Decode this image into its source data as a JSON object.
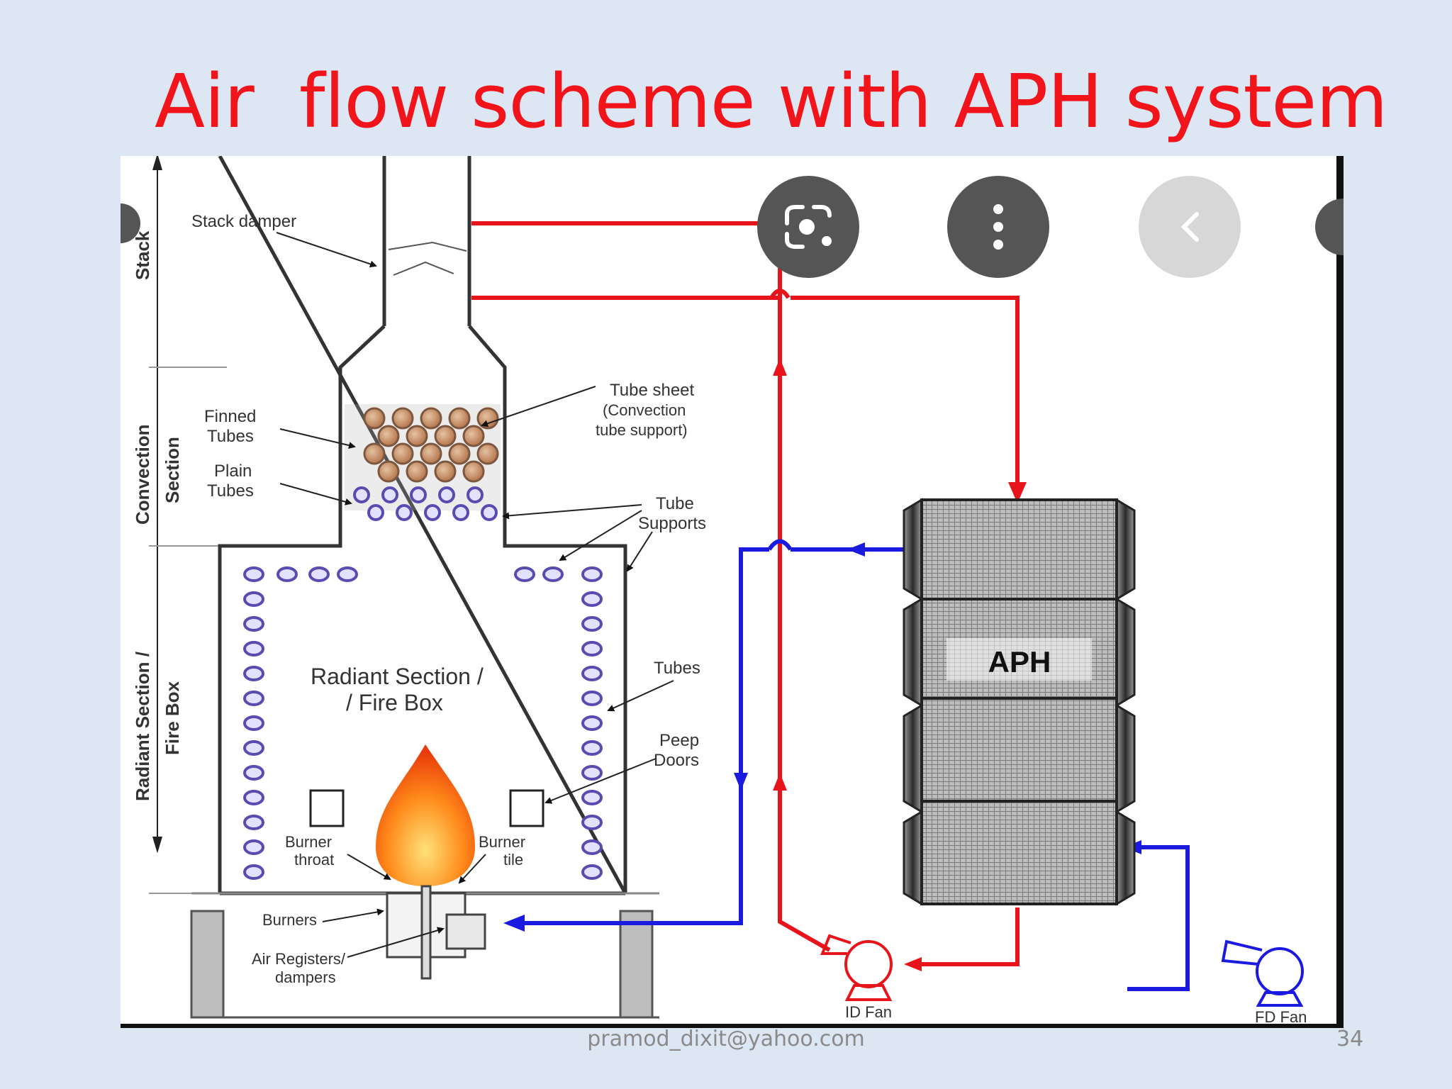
{
  "slide": {
    "title": "Air  flow scheme with APH system",
    "footer": "pramod_dixit@yahoo.com",
    "page_number": "34"
  },
  "diagram": {
    "section_labels": {
      "stack": "Stack",
      "convection_1": "Convection",
      "convection_2": "Section",
      "radiant_1": "Radiant Section /",
      "radiant_2": "Fire Box"
    },
    "callouts": {
      "stack_damper": "Stack damper",
      "finned_1": "Finned",
      "finned_2": "Tubes",
      "plain_1": "Plain",
      "plain_2": "Tubes",
      "tube_sheet_1": "Tube sheet",
      "tube_sheet_2": "(Convection",
      "tube_sheet_3": "tube support)",
      "tube_supports_1": "Tube",
      "tube_supports_2": "Supports",
      "radiant_center_1": "Radiant Section /",
      "radiant_center_2": "/ Fire Box",
      "tubes": "Tubes",
      "peep_1": "Peep",
      "peep_2": "Doors",
      "burner_throat_1": "Burner",
      "burner_throat_2": "throat",
      "burner_tile_1": "Burner",
      "burner_tile_2": "tile",
      "burners": "Burners",
      "air_reg_1": "Air Registers/",
      "air_reg_2": "dampers",
      "aph": "APH",
      "id_fan": "ID Fan",
      "fd_fan": "FD Fan"
    },
    "colors": {
      "hot_flue_gas": "#e8141b",
      "combustion_air": "#1a1ae0",
      "overlay_button": "#555555"
    },
    "overlay_icons": [
      "lens-icon",
      "more-vert-icon",
      "back-chevron-icon"
    ]
  }
}
